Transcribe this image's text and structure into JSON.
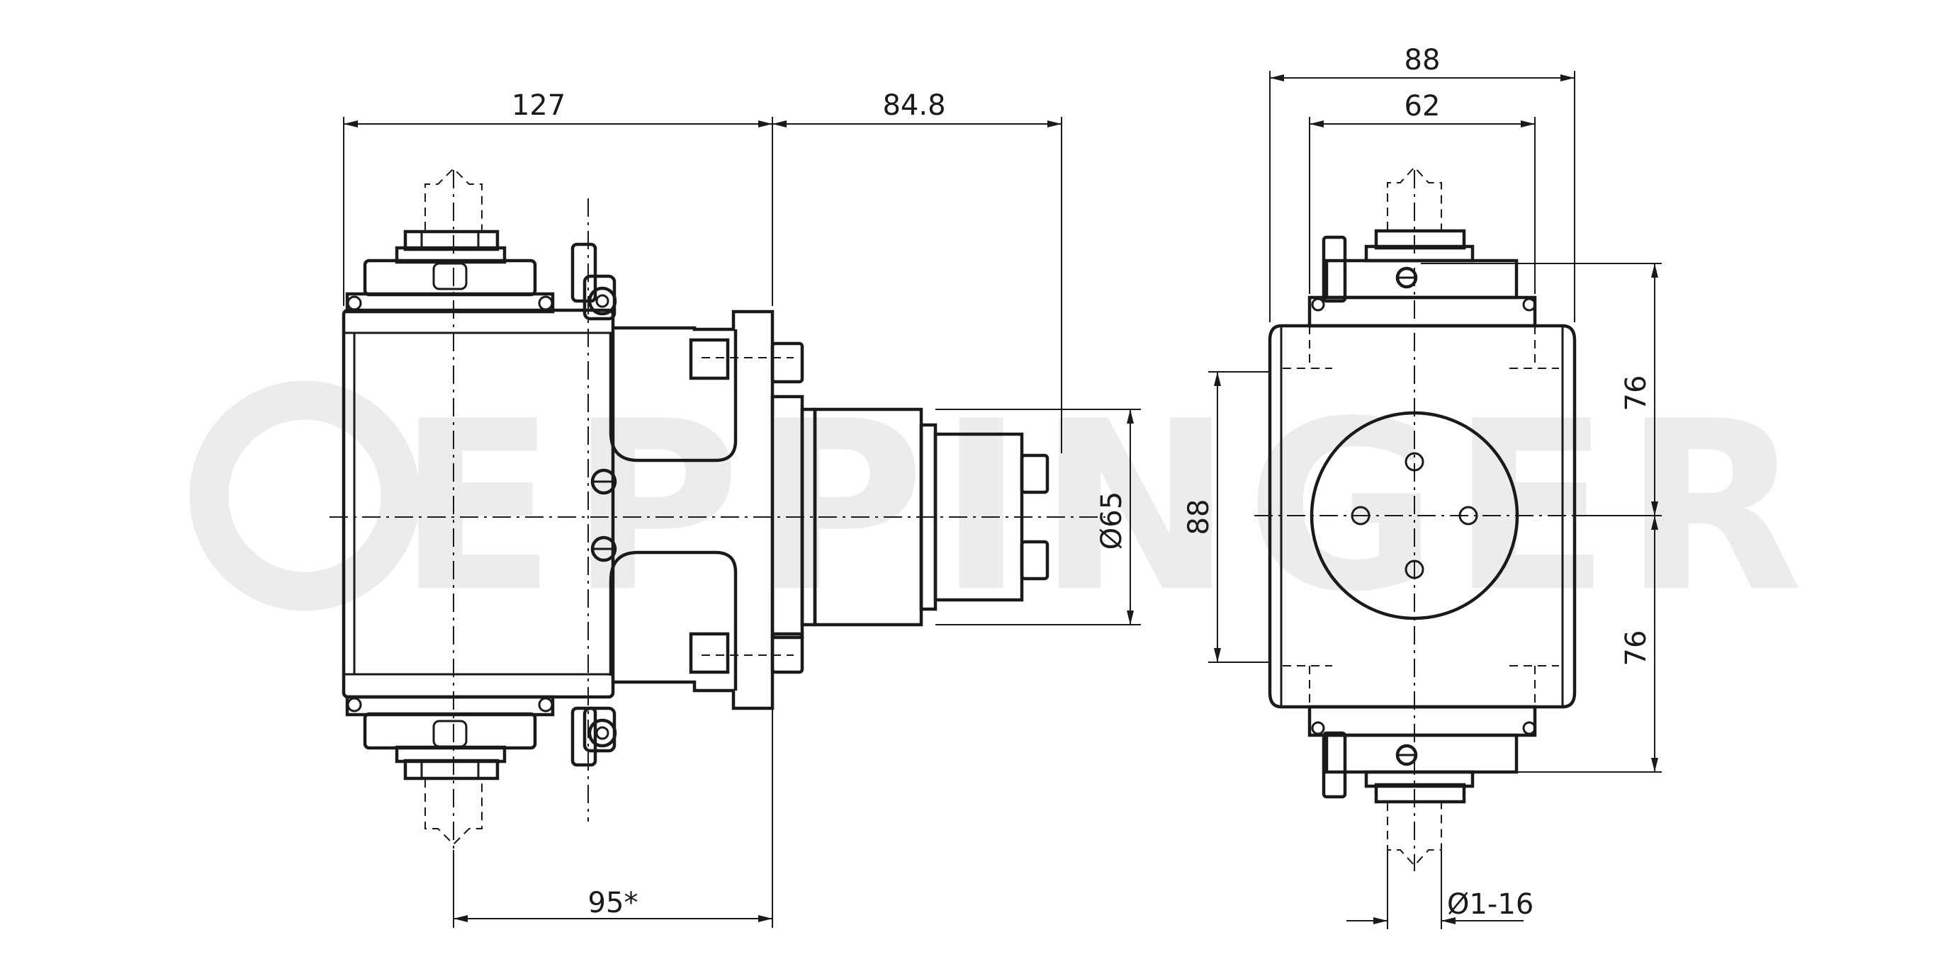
{
  "watermark": {
    "text": "EPPINGER"
  },
  "dimensions": {
    "overall_length": "127",
    "output_extension": "84.8",
    "center_distance": "95*",
    "shank_diameter": "Ø65",
    "side_height": "88",
    "front_width": "88",
    "front_inner_width": "62",
    "upper_offset": "76",
    "lower_offset": "76",
    "collet_range": "Ø1-16"
  },
  "colors": {
    "line": "#1a1a1a",
    "watermark": "#ececec",
    "background": "#ffffff"
  }
}
